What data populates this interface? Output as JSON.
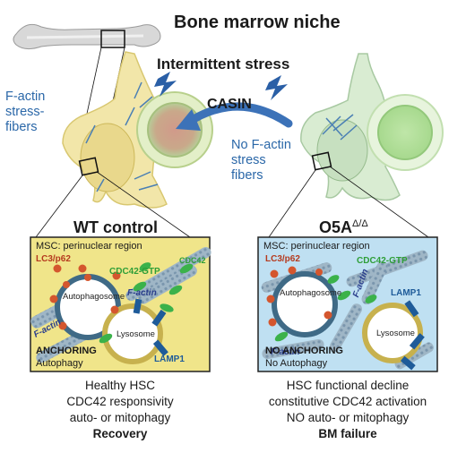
{
  "title": "Bone marrow niche",
  "top": {
    "stress_label": "Intermittent stress",
    "drug_label": "CASIN",
    "left_fiber_label": [
      "F-actin",
      "stress-",
      "fibers"
    ],
    "right_fiber_label": [
      "No F-actin",
      "stress",
      "fibers"
    ]
  },
  "left_panel": {
    "title": "WT control",
    "region": "MSC: perinuclear region",
    "lc3": "LC3/p62",
    "cdc42": "CDC42",
    "cdc42gtp": "CDC42-GTP",
    "factin_a": "F-actin",
    "factin_b": "F-actin",
    "autophagosome": "Autophagosome",
    "lysosome": "Lysosome",
    "lamp1": "LAMP1",
    "anchoring": "ANCHORING",
    "autophagy": "Autophagy",
    "bg_color": "#f0e58a"
  },
  "right_panel": {
    "title_main": "O5A",
    "title_sup": "Δ/Δ",
    "region": "MSC: perinuclear region",
    "lc3": "LC3/p62",
    "cdc42gtp": "CDC42-GTP",
    "factin_a": "F-actin",
    "factin_b": "F-actin",
    "autophagosome": "Autophagosome",
    "lysosome": "Lysosome",
    "lamp1": "LAMP1",
    "anchoring": "NO ANCHORING",
    "autophagy": "No Autophagy",
    "bg_color": "#bfe0f2"
  },
  "left_outcomes": [
    "Healthy HSC",
    "CDC42 responsivity",
    "auto- or mitophagy"
  ],
  "left_result": "Recovery",
  "right_outcomes": [
    "HSC functional decline",
    "constitutive CDC42 activation",
    "NO auto- or mitophagy"
  ],
  "right_result": "BM failure"
}
